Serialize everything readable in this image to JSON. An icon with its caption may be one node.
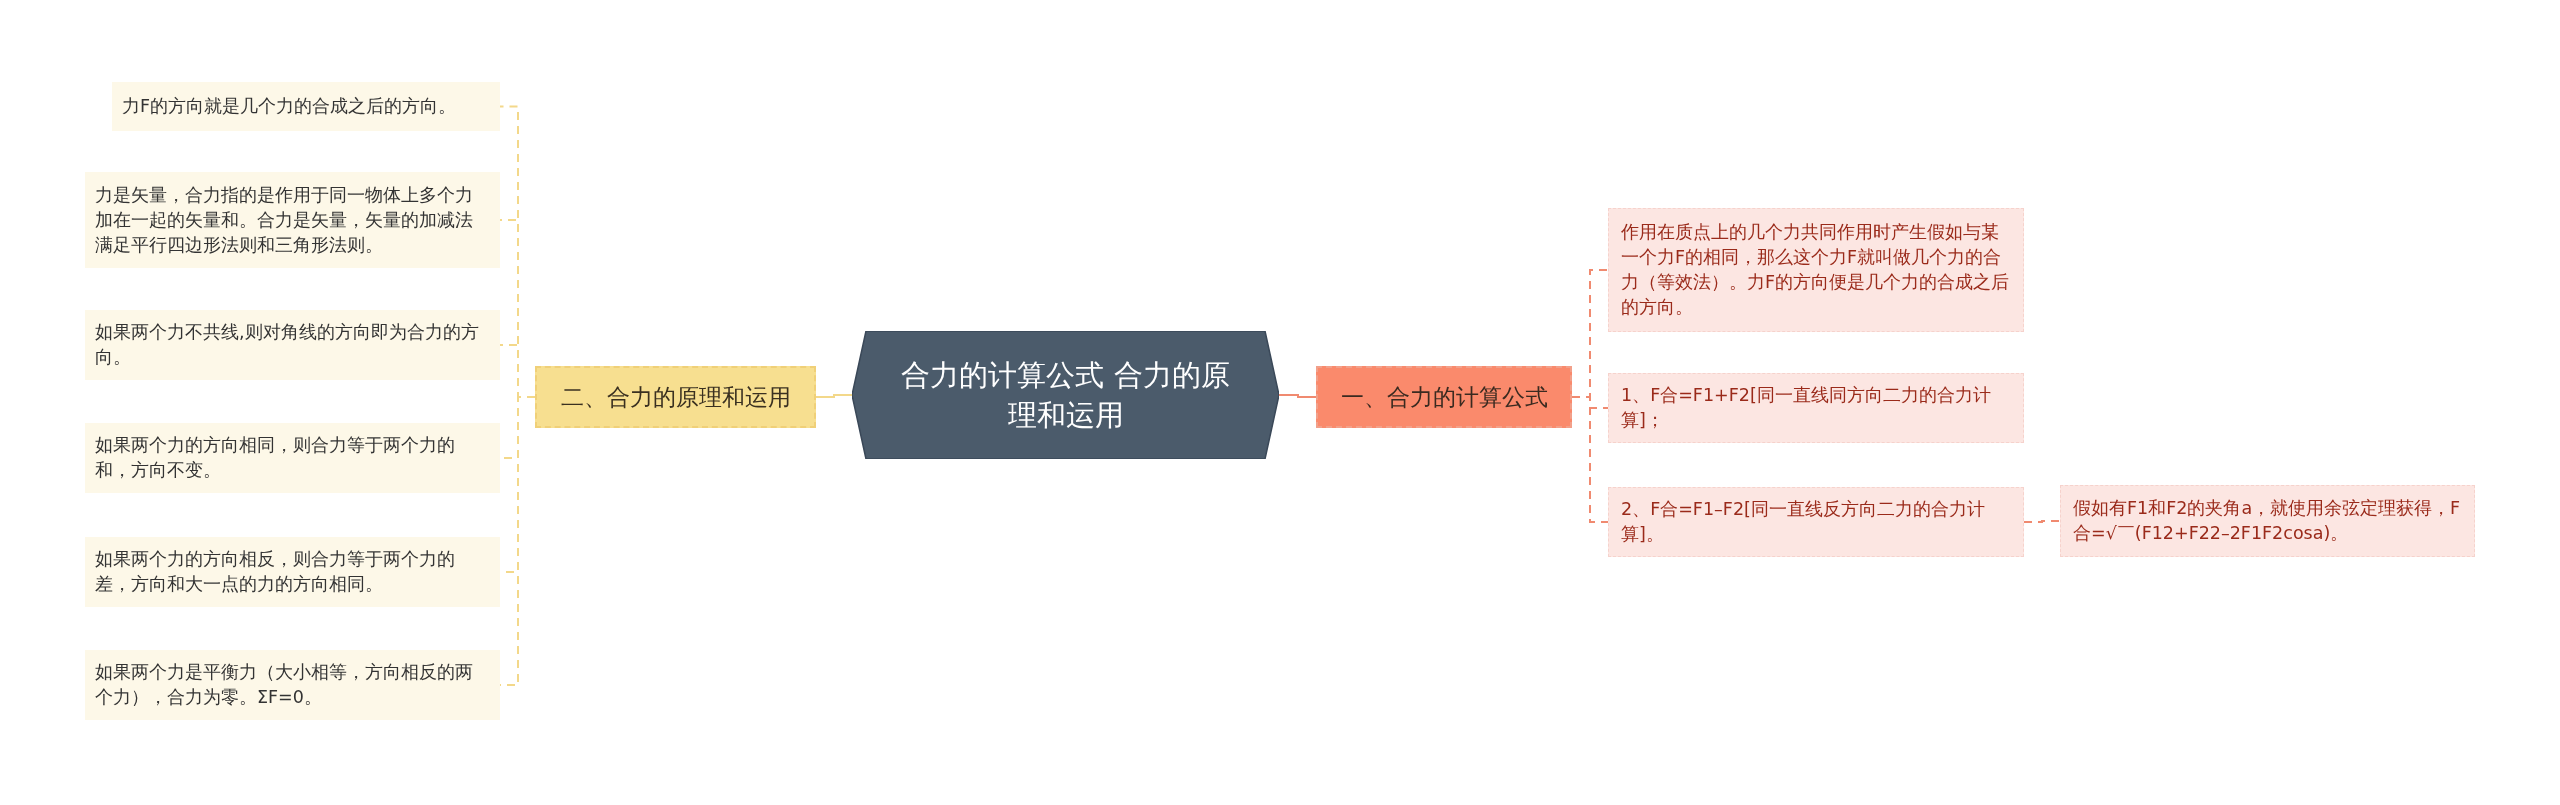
{
  "diagram": {
    "nodes": [
      {
        "text": [
          "合力的计算公式 合力的原理和运用"
        ]
      },
      {
        "text": [
          "一、合力的计算公式"
        ]
      },
      {
        "text": [
          "作用在质点上的几个力共同作用时产生假如与某一个力F的相同，那么这个力F就叫做几个力的合力（等效法）。力F的方向便是几个力的合成之后的方向。"
        ]
      },
      {
        "text": [
          "1、F合=F1+F2[同一直线同方向二力的合力计算]；"
        ]
      },
      {
        "text": [
          "2、F合=F1–F2[同一直线反方向二力的合力计算]。"
        ]
      },
      {
        "text": [
          "假如有F1和F2的夹角a，就使用余弦定理获得，F合=√￣(F12+F22–2F1F2cosa)。"
        ]
      },
      {
        "text": [
          "二、合力的原理和运用"
        ]
      },
      {
        "text": [
          "力F的方向就是几个力的合成之后的方向。"
        ]
      },
      {
        "text": [
          "力是矢量，合力指的是作用于同一物体上多个力加在一起的矢量和。合力是矢量，矢量的加减法满足平行四边形法则和三角形法则。"
        ]
      },
      {
        "text": [
          "如果两个力不共线,则对角线的方向即为合力的方向。"
        ]
      },
      {
        "text": [
          "如果两个力的方向相同，则合力等于两个力的和，方向不变。"
        ]
      },
      {
        "text": [
          "如果两个力的方向相反，则合力等于两个力的差，方向和大一点的力的方向相同。"
        ]
      },
      {
        "text": [
          "如果两个力是平衡力（大小相等，方向相反的两个力），合力为零。ΣF=0。"
        ]
      }
    ],
    "edges": [
      {
        "from": 0,
        "to": 1,
        "arrow": "none",
        "color": "#f08a70"
      },
      {
        "from": 1,
        "to": 2,
        "arrow": "none",
        "style": "dashed",
        "color": "#f08a70"
      },
      {
        "from": 1,
        "to": 3,
        "arrow": "none",
        "style": "dashed",
        "color": "#f08a70"
      },
      {
        "from": 1,
        "to": 4,
        "arrow": "none",
        "style": "dashed",
        "color": "#f08a70"
      },
      {
        "from": 4,
        "to": 5,
        "arrow": "none",
        "style": "dashed",
        "color": "#f08a70"
      },
      {
        "from": 0,
        "to": 6,
        "arrow": "none"
      },
      {
        "from": 6,
        "to": 7,
        "arrow": "none",
        "style": "dashed"
      },
      {
        "from": 6,
        "to": 8,
        "arrow": "none",
        "style": "dashed"
      },
      {
        "from": 6,
        "to": 9,
        "arrow": "none",
        "style": "dashed"
      },
      {
        "from": 6,
        "to": 10,
        "arrow": "none",
        "style": "dashed"
      },
      {
        "from": 6,
        "to": 11,
        "arrow": "none",
        "style": "dashed"
      },
      {
        "from": 6,
        "to": 12,
        "arrow": "none",
        "style": "dashed"
      }
    ]
  }
}
